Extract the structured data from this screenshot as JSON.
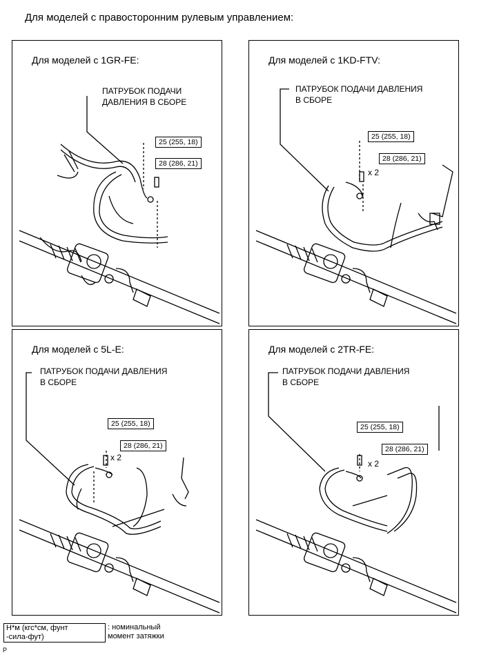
{
  "heading": "Для моделей с правосторонним рулевым управлением:",
  "panels": [
    {
      "title": "Для моделей с 1GR-FE:",
      "callout": [
        "ПАТРУБОК ПОДАЧИ",
        "ДАВЛЕНИЯ В СБОРЕ"
      ],
      "torque_a": "25 (255, 18)",
      "torque_b": "28 (286, 21)",
      "count": ""
    },
    {
      "title": "Для моделей с 1KD-FTV:",
      "callout": [
        "ПАТРУБОК ПОДАЧИ ДАВЛЕНИЯ",
        "В СБОРЕ"
      ],
      "torque_a": "25 (255, 18)",
      "torque_b": "28 (286, 21)",
      "count": "x 2"
    },
    {
      "title": "Для моделей с 5L-E:",
      "callout": [
        "ПАТРУБОК ПОДАЧИ ДАВЛЕНИЯ",
        "В СБОРЕ"
      ],
      "torque_a": "25 (255, 18)",
      "torque_b": "28 (286, 21)",
      "count": "x 2"
    },
    {
      "title": "Для моделей с 2TR-FE:",
      "callout": [
        "ПАТРУБОК ПОДАЧИ ДАВЛЕНИЯ",
        "В СБОРЕ"
      ],
      "torque_a": "25 (255, 18)",
      "torque_b": "28 (286, 21)",
      "count": "x 2"
    }
  ],
  "legend": {
    "box": [
      "Н*м (кгс*см, фунт",
      "-сила-фут)"
    ],
    "text": [
      ": номинальный",
      "момент затяжки"
    ]
  },
  "footer_code": "P"
}
